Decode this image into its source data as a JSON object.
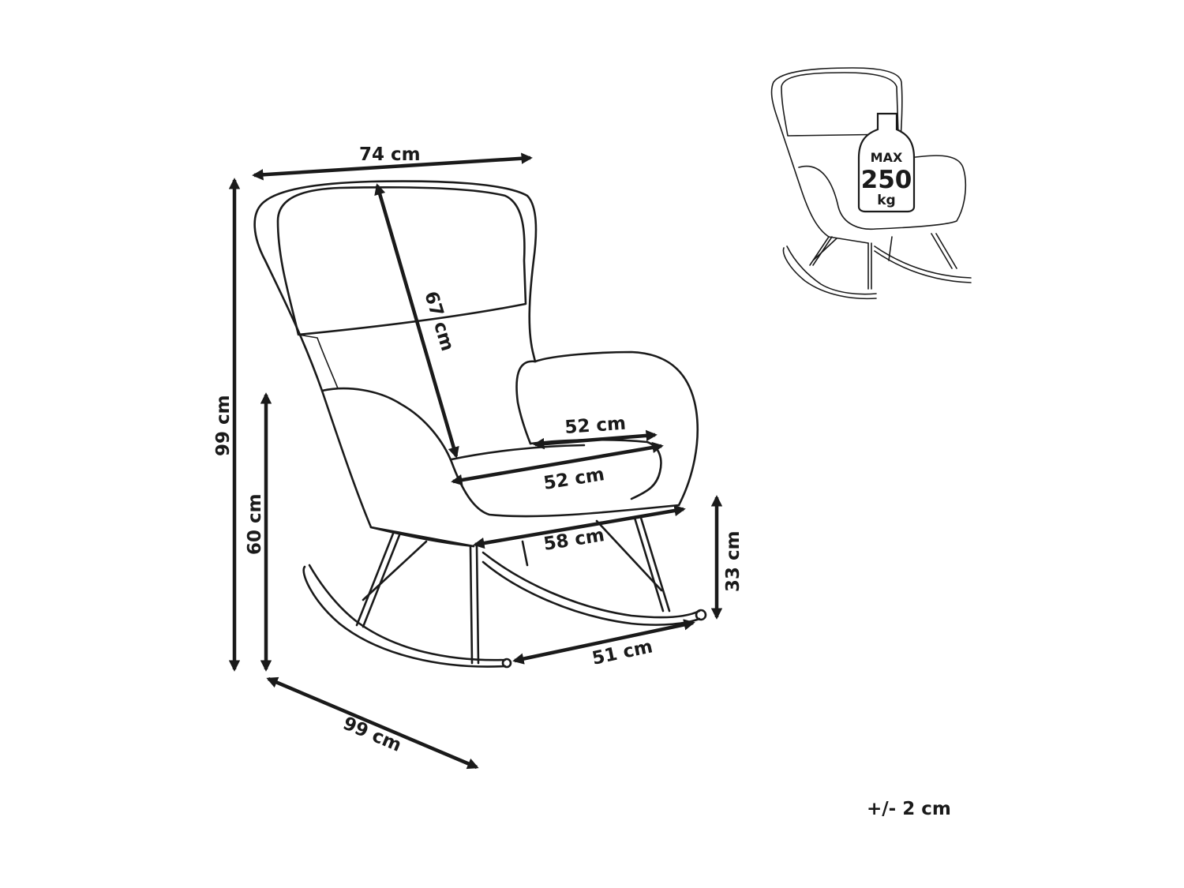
{
  "dimensions": {
    "width_top": "74 cm",
    "height_total": "99 cm",
    "depth_total": "99 cm",
    "backrest_height": "67 cm",
    "armrest_height": "60 cm",
    "seat_width_inner": "52 cm",
    "seat_width_outer": "52 cm",
    "seat_depth": "58 cm",
    "seat_height": "33 cm",
    "rocker_length": "51 cm"
  },
  "badge": {
    "max_label": "MAX",
    "max_value": "250",
    "max_unit": "kg"
  },
  "tolerance": "+/- 2 cm"
}
